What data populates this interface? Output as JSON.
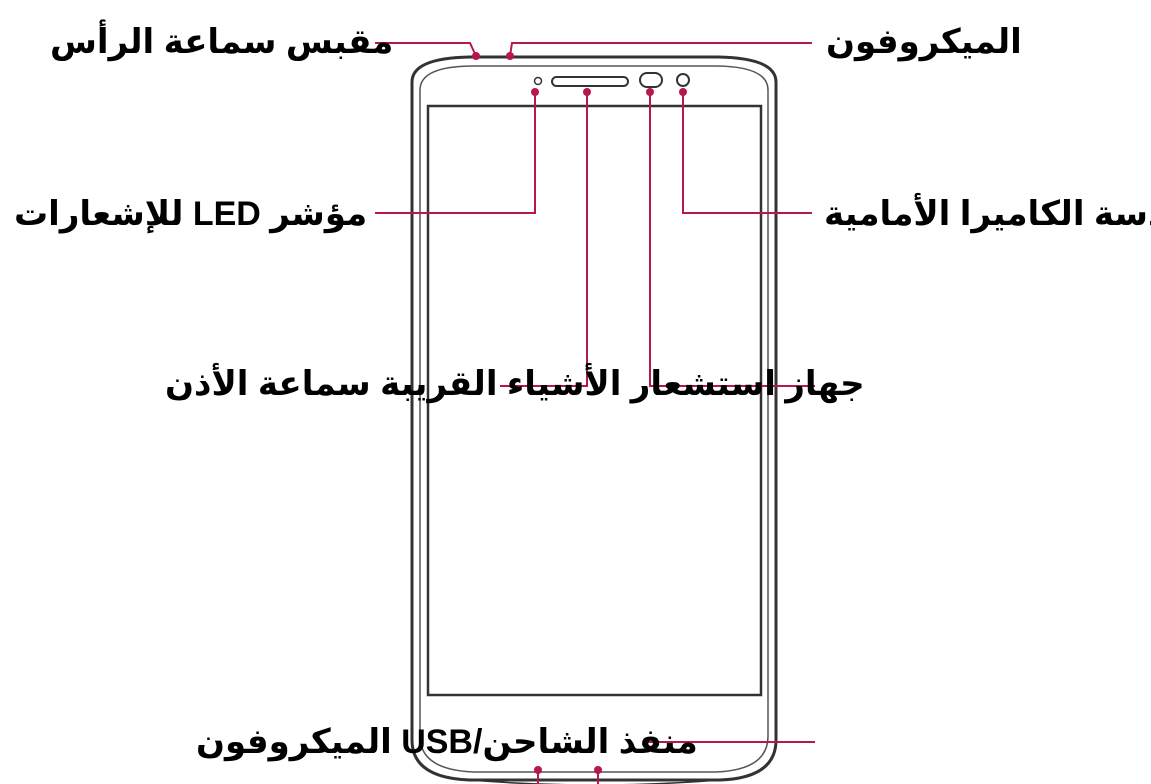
{
  "colors": {
    "leader": "#b5174f",
    "outline": "#333333",
    "text": "#000000",
    "background": "#ffffff"
  },
  "labels": {
    "headset_jack": "مقبس سماعة الرأس",
    "microphone_top": "الميكروفون",
    "notification_led": "مؤشر LED للإشعارات",
    "front_camera": "عدسة الكاميرا الأمامية",
    "proximity_earpiece": "جهاز استشعار الأشياء القريبة سماعة الأذن",
    "charger_usb_microphone": "منفذ الشاحن/USB الميكروفون"
  }
}
